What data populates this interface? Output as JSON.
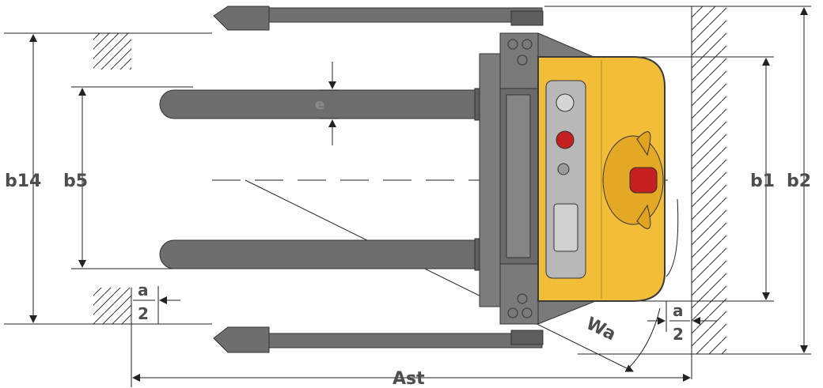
{
  "labels": {
    "b14": "b14",
    "b5": "b5",
    "e": "e",
    "b1": "b1",
    "b2": "b2",
    "a_left_top": "a",
    "a_left_bottom": "2",
    "a_right_top": "a",
    "a_right_bottom": "2",
    "wa": "Wa",
    "ast": "Ast"
  },
  "colors": {
    "fork": "#6e6e6e",
    "fork_dark": "#555555",
    "frame": "#7a7a7a",
    "hood": "#f2bd38",
    "hood_edge": "#3a3a3a",
    "panel": "#c8c8c8",
    "red_button": "#c42020"
  }
}
